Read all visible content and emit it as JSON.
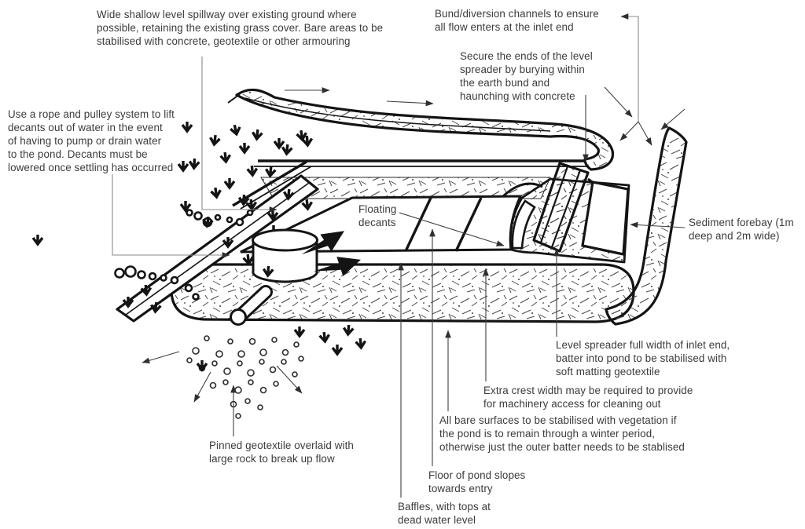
{
  "diagram": {
    "type": "sediment-pond-annotated-diagram",
    "labels": {
      "spillway": "Wide shallow level spillway over existing ground where\npossible, retaining the existing grass cover. Bare areas to be\nstabilised with concrete, geotextile or other armouring",
      "bund_channels": "Bund/diversion channels to ensure\nall flow enters at the inlet end",
      "secure_spreader": "Secure the ends of the level\nspreader by burying within\nthe earth bund and\nhaunching with concrete",
      "rope_pulley": "Use a rope and pulley system to lift\ndecants out of water in the event\nof having to pump or drain water\nto the pond. Decants must be\nlowered once settling has occurred",
      "floating_decants": "Floating\ndecants",
      "sediment_forebay": "Sediment forebay (1m\ndeep and 2m wide)",
      "level_spreader": "Level spreader full width of inlet end,\nbatter into pond to be stabilised with\nsoft matting geotextile",
      "extra_crest": "Extra crest width may be required to provide\nfor machinery access for cleaning out",
      "bare_surfaces": "All bare surfaces to be stabilised with vegetation if\nthe pond is to remain through a winter period,\notherwise just the outer batter needs to be stablised",
      "pinned_geotextile": "Pinned geotextile overlaid with\nlarge rock to break up flow",
      "floor_slope": "Floor of pond slopes\ntowards entry",
      "baffles": "Baffles, with tops at\ndead water level"
    },
    "colors": {
      "line": "#141414",
      "text": "#3b3b3b",
      "leader_bracket": "#8a8a8a",
      "leader_arrow": "#3f3f3f",
      "background": "#ffffff"
    }
  }
}
